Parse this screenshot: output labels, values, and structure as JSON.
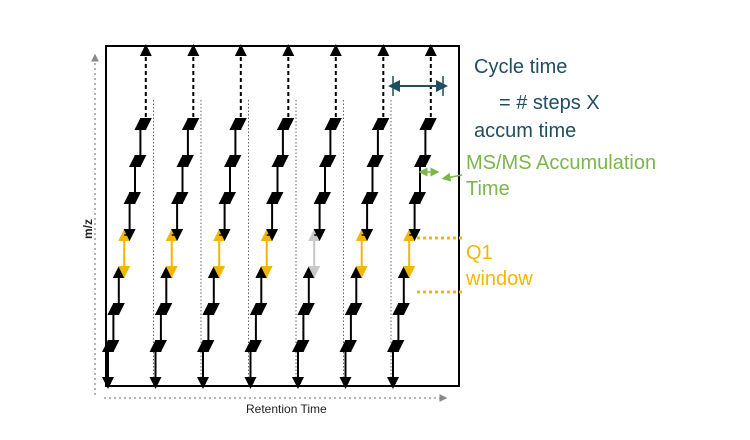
{
  "axes": {
    "x_label": "Retention Time",
    "y_label": "m/z"
  },
  "annotations": {
    "cycle_time": {
      "line1": "Cycle time",
      "line2": "= # steps X",
      "line3": "accum time"
    },
    "msms_accumulation": {
      "line1": "MS/MS Accumulation",
      "line2": "Time"
    },
    "q1_window": {
      "line1": "Q1",
      "line2": "window"
    }
  },
  "colors": {
    "frame": "#000000",
    "step": "#000000",
    "q1_highlight": "#f2b705",
    "q1_grey": "#c8c8c8",
    "cycle": "#1f4e5f",
    "msms": "#7ab648",
    "axis": "#777777"
  },
  "cycles": {
    "count": 7,
    "steps_per_cycle": 8,
    "highlighted_step": 3,
    "grey_cycle": 4
  }
}
